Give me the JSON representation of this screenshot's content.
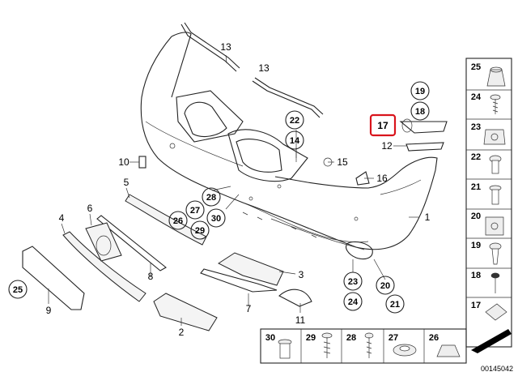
{
  "diagram": {
    "reference_number": "00145042",
    "highlighted_callout": "17",
    "highlight_color": "#d9141c",
    "callouts": {
      "c1": "1",
      "c2": "2",
      "c3": "3",
      "c4": "4",
      "c5": "5",
      "c6": "6",
      "c7": "7",
      "c8": "8",
      "c9": "9",
      "c10": "10",
      "c11": "11",
      "c12": "12",
      "c13a": "13",
      "c13b": "13",
      "c14": "14",
      "c15": "15",
      "c16": "16",
      "c17": "17",
      "c18": "18",
      "c19": "19",
      "c20": "20",
      "c21": "21",
      "c22": "22",
      "c23": "23",
      "c24": "24",
      "c25": "25",
      "c26": "26",
      "c27": "27",
      "c28": "28",
      "c29": "29",
      "c30": "30"
    },
    "legend_right": [
      "25",
      "24",
      "23",
      "22",
      "21",
      "20",
      "19",
      "18",
      "17"
    ],
    "legend_bottom": [
      "30",
      "29",
      "28",
      "27",
      "26"
    ]
  }
}
